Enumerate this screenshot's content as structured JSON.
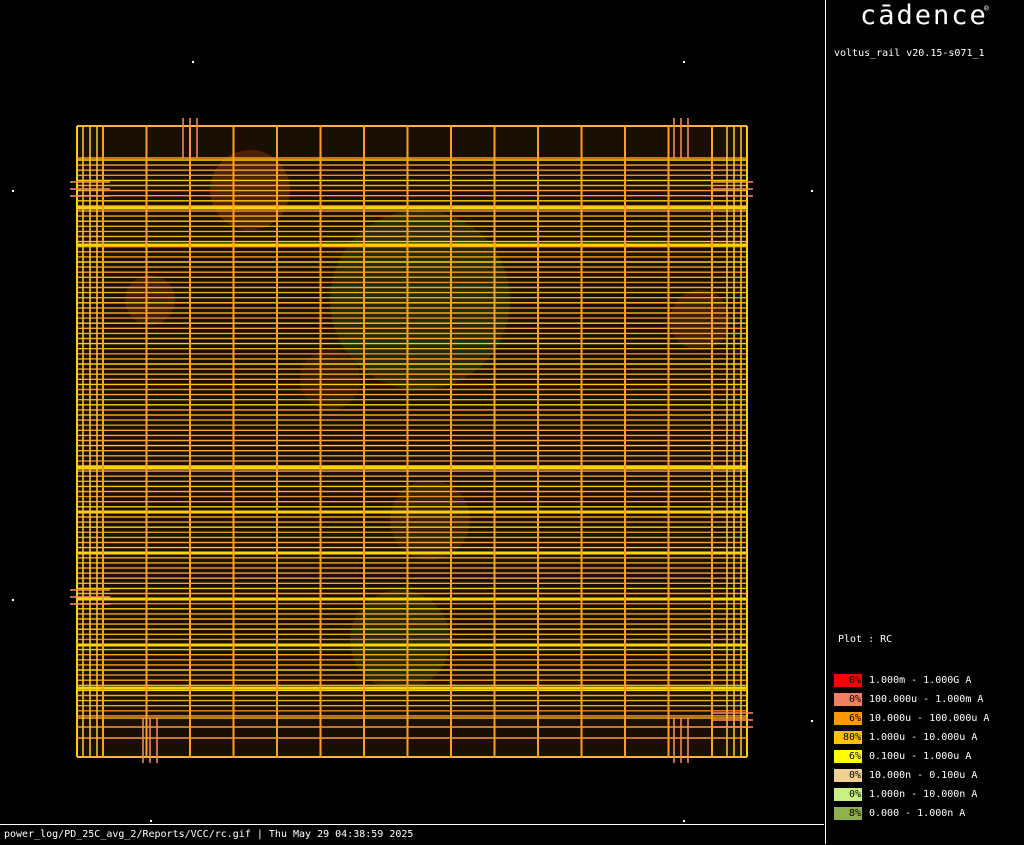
{
  "brand": {
    "name": "cādence",
    "registered_mark": "®"
  },
  "version": "voltus_rail v20.15-s071_1",
  "plot": {
    "label": "Plot : RC"
  },
  "legend": [
    {
      "pct": "0%",
      "range": "1.000m - 1.000G A",
      "color": "#ff0000"
    },
    {
      "pct": "0%",
      "range": "100.000u - 1.000m A",
      "color": "#f08060"
    },
    {
      "pct": "6%",
      "range": "10.000u - 100.000u A",
      "color": "#ff9900"
    },
    {
      "pct": "80%",
      "range": "1.000u - 10.000u A",
      "color": "#ffc000"
    },
    {
      "pct": "6%",
      "range": "0.100u - 1.000u A",
      "color": "#ffff00"
    },
    {
      "pct": "0%",
      "range": "10.000n - 0.100u A",
      "color": "#f0d090"
    },
    {
      "pct": "0%",
      "range": "1.000n - 10.000n A",
      "color": "#c8f080"
    },
    {
      "pct": "8%",
      "range": "0.000 - 1.000n A",
      "color": "#90b050"
    }
  ],
  "status": "power_log/PD_25C_avg_2/Reports/VCC/rc.gif | Thu May 29 04:38:59 2025"
}
